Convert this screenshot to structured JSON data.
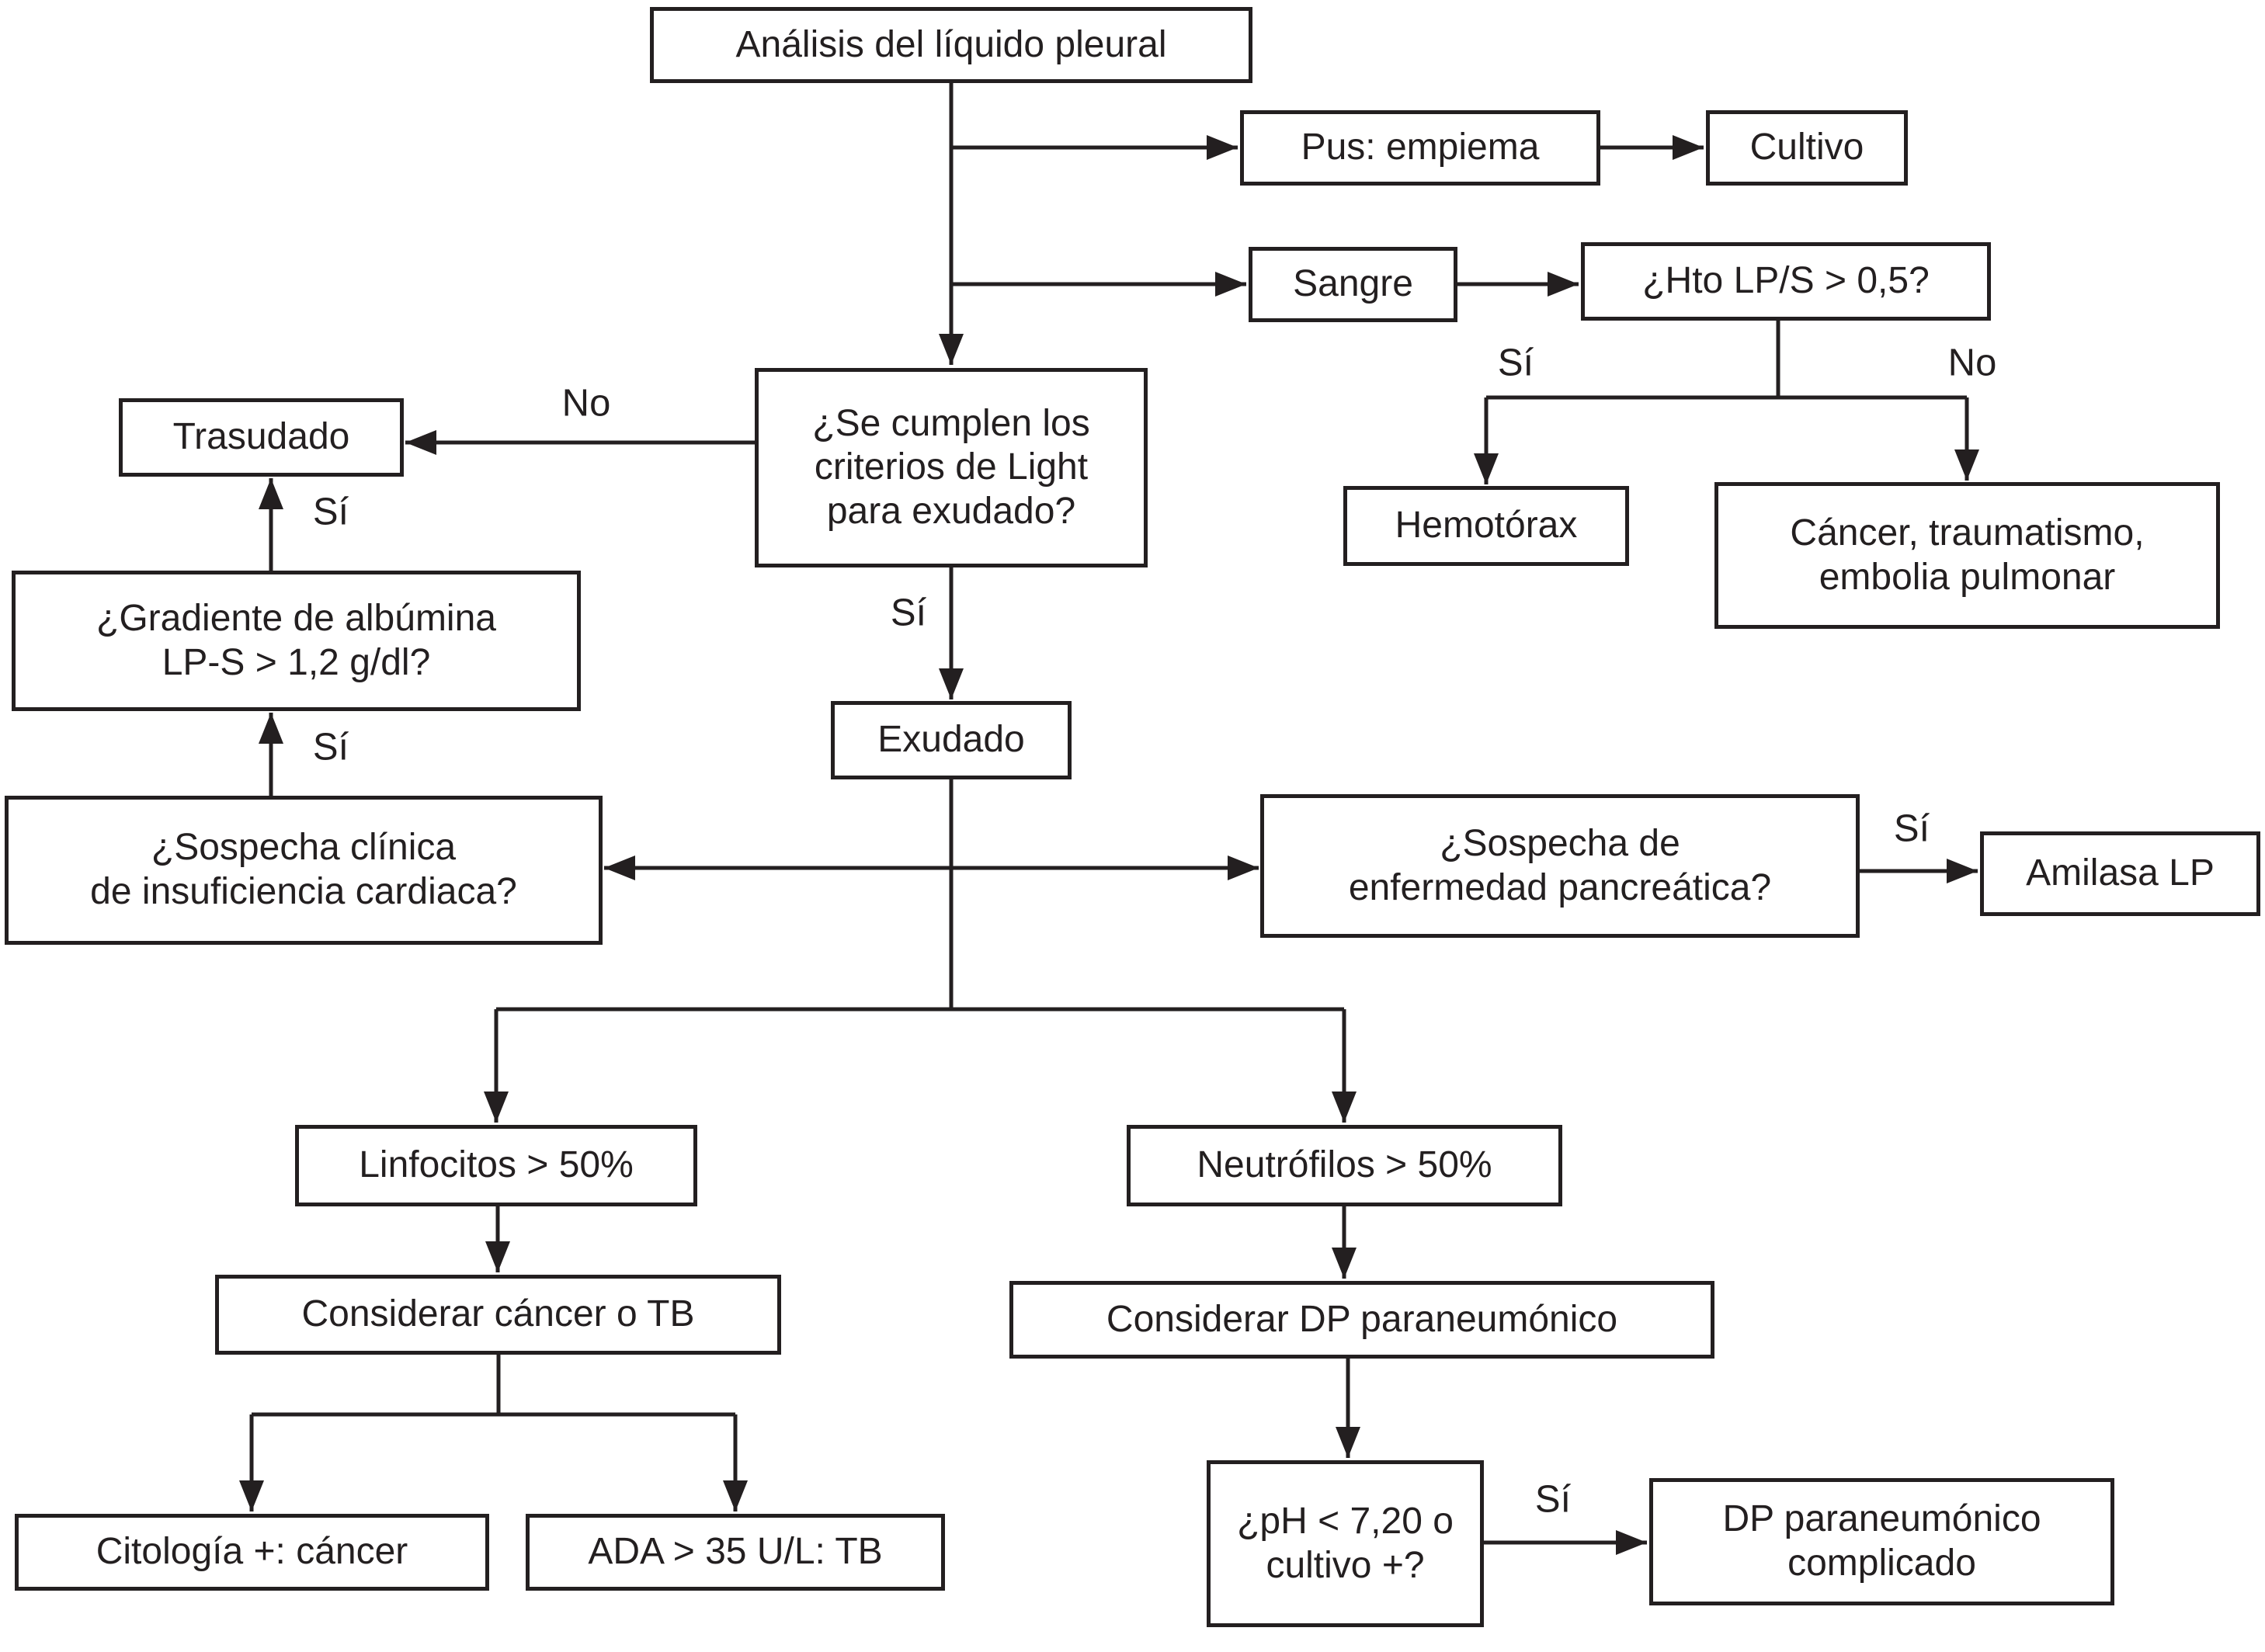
{
  "diagram": {
    "type": "flowchart",
    "title": "Análisis del líquido pleural",
    "colors": {
      "ink": "#231f20",
      "background": "#ffffff"
    },
    "nodes": {
      "analisis": "Análisis del líquido pleural",
      "pus": "Pus: empiema",
      "cultivo": "Cultivo",
      "sangre": "Sangre",
      "hto": "¿Hto LP/S > 0,5?",
      "hemotorax": "Hemotórax",
      "cancer_traumatismo": "Cáncer, traumatismo,\nembolia pulmonar",
      "light": "¿Se cumplen los\ncriterios de Light\npara exudado?",
      "trasudado": "Trasudado",
      "gradiente": "¿Gradiente de albúmina\nLP-S > 1,2 g/dl?",
      "cardiaca": "¿Sospecha clínica\nde insuficiencia cardiaca?",
      "exudado": "Exudado",
      "pancreatica": "¿Sospecha de\nenfermedad pancreática?",
      "amilasa": "Amilasa LP",
      "linfocitos": "Linfocitos > 50%",
      "neutrofilos": "Neutrófilos > 50%",
      "considerar_cancer": "Considerar cáncer o TB",
      "considerar_dp": "Considerar DP paraneumónico",
      "citologia": "Citología +: cáncer",
      "ada": "ADA > 35 U/L: TB",
      "ph": "¿pH < 7,20 o\ncultivo +?",
      "dp_complicado": "DP paraneumónico\ncomplicado"
    },
    "labels": {
      "hto_si": "Sí",
      "hto_no": "No",
      "light_no": "No",
      "light_si": "Sí",
      "gradiente_si": "Sí",
      "cardiaca_si": "Sí",
      "pancreatica_si": "Sí",
      "ph_si": "Sí"
    },
    "edges": [
      {
        "from": "analisis",
        "to": "pus"
      },
      {
        "from": "pus",
        "to": "cultivo"
      },
      {
        "from": "analisis",
        "to": "sangre"
      },
      {
        "from": "sangre",
        "to": "hto"
      },
      {
        "from": "hto",
        "to": "hemotorax",
        "label": "Sí"
      },
      {
        "from": "hto",
        "to": "cancer_traumatismo",
        "label": "No"
      },
      {
        "from": "analisis",
        "to": "light"
      },
      {
        "from": "light",
        "to": "trasudado",
        "label": "No"
      },
      {
        "from": "light",
        "to": "exudado",
        "label": "Sí"
      },
      {
        "from": "gradiente",
        "to": "trasudado",
        "label": "Sí"
      },
      {
        "from": "cardiaca",
        "to": "gradiente",
        "label": "Sí"
      },
      {
        "from": "exudado",
        "to": "cardiaca"
      },
      {
        "from": "exudado",
        "to": "pancreatica"
      },
      {
        "from": "pancreatica",
        "to": "amilasa",
        "label": "Sí"
      },
      {
        "from": "exudado",
        "to": "linfocitos"
      },
      {
        "from": "exudado",
        "to": "neutrofilos"
      },
      {
        "from": "linfocitos",
        "to": "considerar_cancer"
      },
      {
        "from": "considerar_cancer",
        "to": "citologia"
      },
      {
        "from": "considerar_cancer",
        "to": "ada"
      },
      {
        "from": "neutrofilos",
        "to": "considerar_dp"
      },
      {
        "from": "considerar_dp",
        "to": "ph"
      },
      {
        "from": "ph",
        "to": "dp_complicado",
        "label": "Sí"
      }
    ]
  }
}
